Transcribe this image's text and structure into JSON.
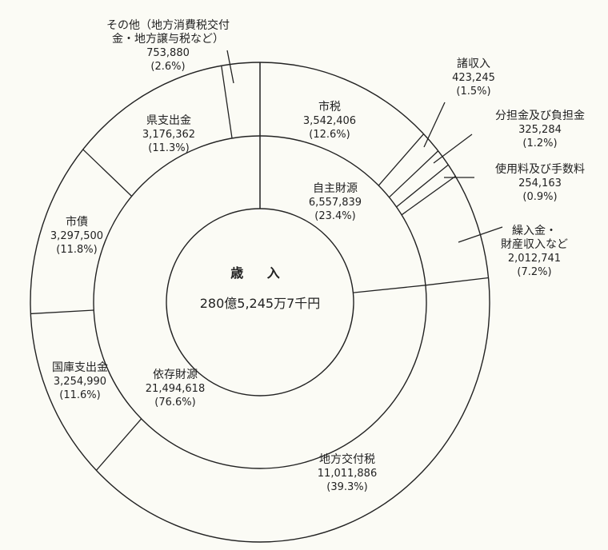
{
  "chart_data": {
    "type": "pie",
    "subtype": "nested-donut",
    "title": "歳入",
    "total_label": "280億5,245万7千円",
    "unit": "千円",
    "inner_ring": [
      {
        "label": "自主財源",
        "value": 6557839,
        "percent": "23.4%"
      },
      {
        "label": "依存財源",
        "value": 21494618,
        "percent": "76.6%"
      }
    ],
    "outer_ring": [
      {
        "label": "市税",
        "value": 3542406,
        "percent": "12.6%",
        "group": "自主財源"
      },
      {
        "label": "諸収入",
        "value": 423245,
        "percent": "1.5%",
        "group": "自主財源"
      },
      {
        "label": "分担金及び負担金",
        "value": 325284,
        "percent": "1.2%",
        "group": "自主財源"
      },
      {
        "label": "使用料及び手数料",
        "value": 254163,
        "percent": "0.9%",
        "group": "自主財源"
      },
      {
        "label": "繰入金・財産収入など",
        "value": 2012741,
        "percent": "7.2%",
        "group": "自主財源"
      },
      {
        "label": "地方交付税",
        "value": 11011886,
        "percent": "39.3%",
        "group": "依存財源"
      },
      {
        "label": "国庫支出金",
        "value": 3254990,
        "percent": "11.6%",
        "group": "依存財源"
      },
      {
        "label": "市債",
        "value": 3297500,
        "percent": "11.8%",
        "group": "依存財源"
      },
      {
        "label": "県支出金",
        "value": 3176362,
        "percent": "11.3%",
        "group": "依存財源"
      },
      {
        "label": "その他（地方消費税交付金・地方譲与税など）",
        "value": 753880,
        "percent": "2.6%",
        "group": "依存財源"
      }
    ],
    "legend": null,
    "start_angle": "12 o'clock, clockwise"
  },
  "center": {
    "title": "歳 入",
    "total": "280億5,245万7千円"
  },
  "labels": {
    "shizei": {
      "name": "市税",
      "value": "3,542,406",
      "pct": "(12.6%)"
    },
    "shoshunyu": {
      "name": "諸収入",
      "value": "423,245",
      "pct": "(1.5%)"
    },
    "buntankin": {
      "name": "分担金及び負担金",
      "value": "325,284",
      "pct": "(1.2%)"
    },
    "shiyoryo": {
      "name": "使用料及び手数料",
      "value": "254,163",
      "pct": "(0.9%)"
    },
    "kurireikin_1": {
      "name": "繰入金・",
      "name2": "財産収入など",
      "value": "2,012,741",
      "pct": "(7.2%)"
    },
    "chihokofu": {
      "name": "地方交付税",
      "value": "11,011,886",
      "pct": "(39.3%)"
    },
    "kokko": {
      "name": "国庫支出金",
      "value": "3,254,990",
      "pct": "(11.6%)"
    },
    "shisai": {
      "name": "市債",
      "value": "3,297,500",
      "pct": "(11.8%)"
    },
    "ken": {
      "name": "県支出金",
      "value": "3,176,362",
      "pct": "(11.3%)"
    },
    "sonota": {
      "name": "その他（地方消費税交付",
      "name2": "金・地方譲与税など）",
      "value": "753,880",
      "pct": "(2.6%)"
    },
    "jishu": {
      "name": "自主財源",
      "value": "6,557,839",
      "pct": "(23.4%)"
    },
    "izon": {
      "name": "依存財源",
      "value": "21,494,618",
      "pct": "(76.6%)"
    }
  }
}
